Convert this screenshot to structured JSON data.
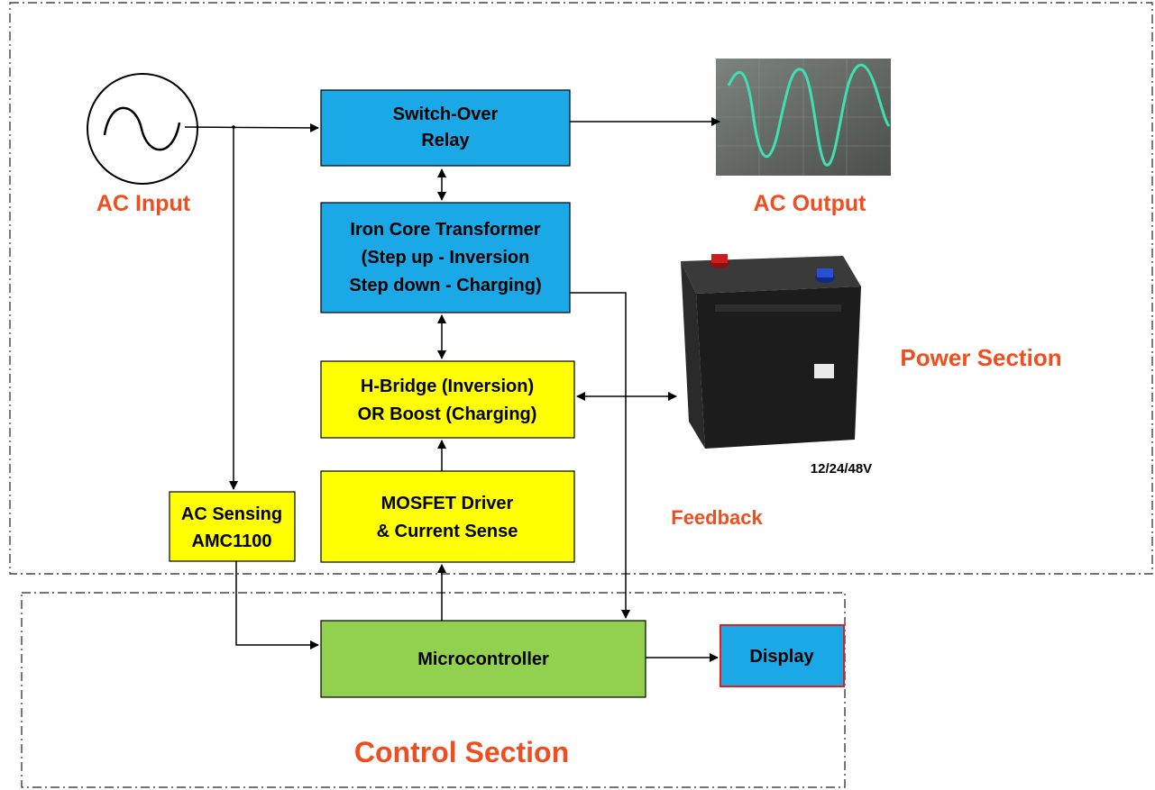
{
  "sections": {
    "power": "Power Section",
    "control": "Control Section"
  },
  "labels": {
    "ac_input": "AC Input",
    "ac_output": "AC Output",
    "feedback": "Feedback",
    "battery_voltage": "12/24/48V"
  },
  "blocks": {
    "relay": [
      "Switch-Over",
      "Relay"
    ],
    "transformer": [
      "Iron Core Transformer",
      "(Step up - Inversion",
      "Step down - Charging)"
    ],
    "hbridge": [
      "H-Bridge (Inversion)",
      "OR  Boost (Charging)"
    ],
    "driver": [
      "MOSFET Driver",
      "& Current Sense"
    ],
    "sensing": [
      "AC Sensing",
      "AMC1100"
    ],
    "mcu": [
      "Microcontroller"
    ],
    "display": [
      "Display"
    ]
  },
  "icons": {
    "ac_source": "ac-source-icon",
    "oscilloscope": "oscilloscope-sine-icon",
    "battery": "battery-icon"
  },
  "colors": {
    "power_block": "#1aa9e6",
    "driver_block": "#ffff00",
    "mcu_block": "#92d050",
    "display_border": "#e02020",
    "label_orange": "#f04e1e",
    "wave": "#3fe0b0"
  }
}
